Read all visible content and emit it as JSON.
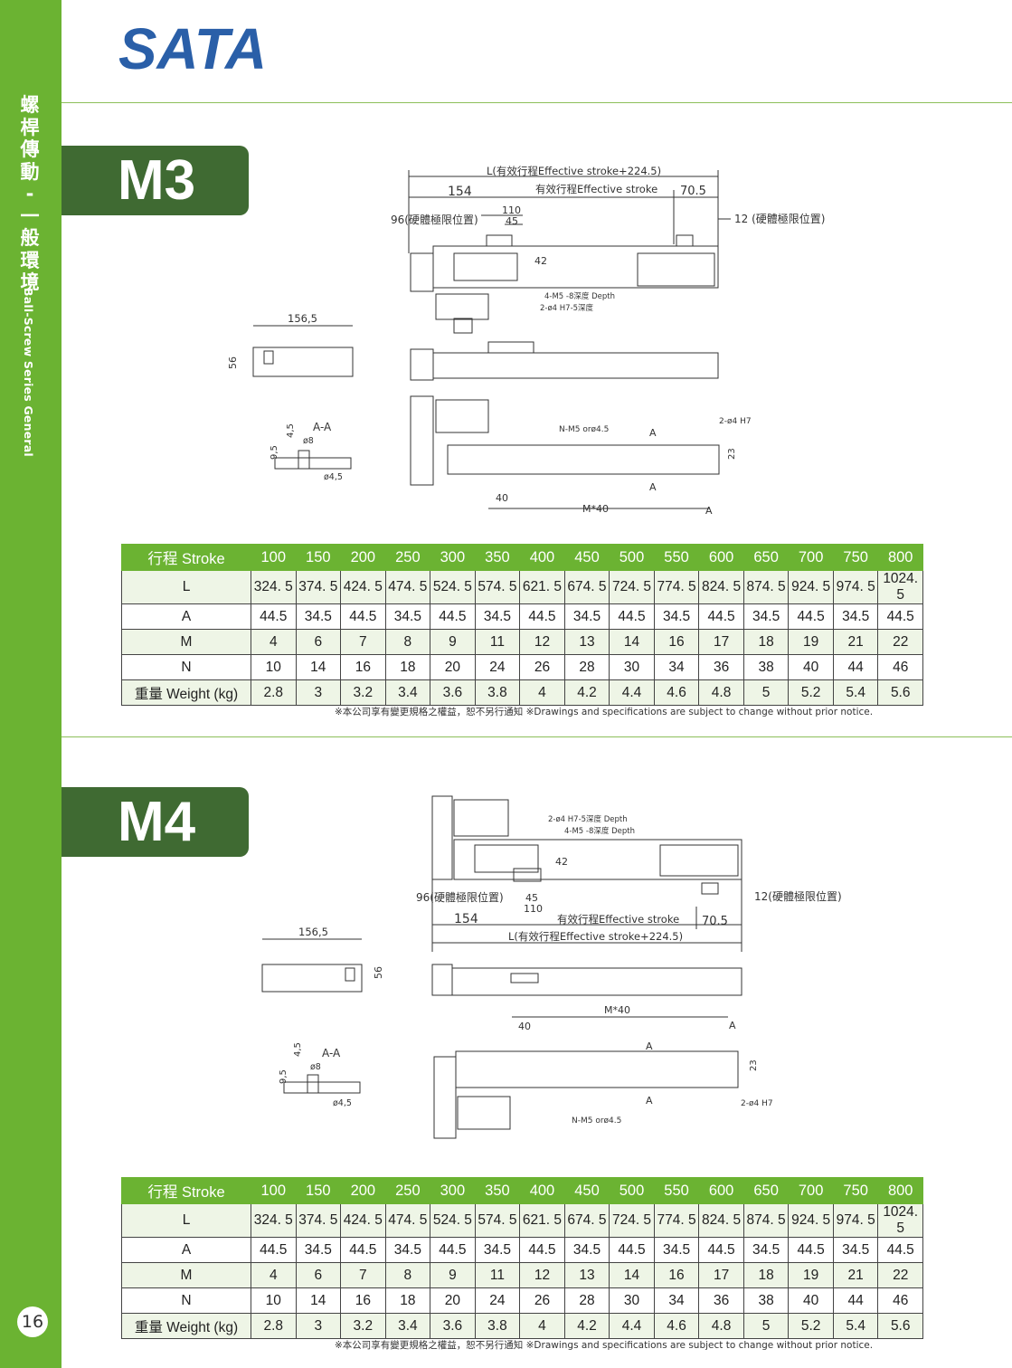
{
  "brand": "SATA",
  "sidebar": {
    "title_cn": [
      "螺",
      "桿",
      "傳",
      "動",
      "-",
      "一",
      "般",
      "環",
      "境"
    ],
    "title_en": "Ball-Screw Series General",
    "page_number": "16"
  },
  "colors": {
    "brand_blue": "#2a5fa8",
    "sidebar_green": "#6bb332",
    "tag_dark_green": "#3f6a32"
  },
  "m3": {
    "model": "M3",
    "drawing": {
      "total": "L(有效行程Effective stroke+224.5)",
      "d154": "154",
      "stroke": "有效行程Effective stroke",
      "d70": "70.5",
      "d110": "110",
      "d45": "45",
      "d96": "96(硬體極限位置)",
      "d12": "12 (硬體極限位置)",
      "d42": "42",
      "holes_m5": "4-M5 -8深度 Depth",
      "holes_h7": "2-ø4 H7-5深度",
      "d1565": "156,5",
      "d56": "56",
      "aa": "A-A",
      "d45s": "4,5",
      "d95": "9,5",
      "d8": "ø8",
      "d4": "ø4,5",
      "nm5": "N-M5 orø4.5",
      "a": "A",
      "h7b": "2-ø4 H7",
      "d23": "23",
      "d40": "40",
      "m40": "M*40"
    },
    "table": {
      "header_label": "行程 Stroke",
      "strokes": [
        "100",
        "150",
        "200",
        "250",
        "300",
        "350",
        "400",
        "450",
        "500",
        "550",
        "600",
        "650",
        "700",
        "750",
        "800"
      ],
      "rows": [
        {
          "label": "L",
          "values": [
            "324. 5",
            "374. 5",
            "424. 5",
            "474. 5",
            "524. 5",
            "574. 5",
            "621. 5",
            "674. 5",
            "724. 5",
            "774. 5",
            "824. 5",
            "874. 5",
            "924. 5",
            "974. 5",
            "1024. 5"
          ]
        },
        {
          "label": "A",
          "values": [
            "44.5",
            "34.5",
            "44.5",
            "34.5",
            "44.5",
            "34.5",
            "44.5",
            "34.5",
            "44.5",
            "34.5",
            "44.5",
            "34.5",
            "44.5",
            "34.5",
            "44.5"
          ]
        },
        {
          "label": "M",
          "values": [
            "4",
            "6",
            "7",
            "8",
            "9",
            "11",
            "12",
            "13",
            "14",
            "16",
            "17",
            "18",
            "19",
            "21",
            "22"
          ]
        },
        {
          "label": "N",
          "values": [
            "10",
            "14",
            "16",
            "18",
            "20",
            "24",
            "26",
            "28",
            "30",
            "34",
            "36",
            "38",
            "40",
            "44",
            "46"
          ]
        },
        {
          "label": "重量 Weight (kg)",
          "values": [
            "2.8",
            "3",
            "3.2",
            "3.4",
            "3.6",
            "3.8",
            "4",
            "4.2",
            "4.4",
            "4.6",
            "4.8",
            "5",
            "5.2",
            "5.4",
            "5.6"
          ]
        }
      ]
    },
    "notice": "※本公司享有變更規格之權益，恕不另行通知 ※Drawings and specifications are subject to change without prior notice."
  },
  "m4": {
    "model": "M4",
    "drawing": {
      "total": "L(有效行程Effective stroke+224.5)",
      "d154": "154",
      "stroke": "有效行程Effective stroke",
      "d70": "70.5",
      "d110": "110",
      "d45": "45",
      "d96": "96(硬體極限位置)",
      "d12": "12(硬體極限位置)",
      "d42": "42",
      "holes_m5": "4-M5 -8深度 Depth",
      "holes_h7": "2-ø4 H7-5深度 Depth",
      "d1565": "156,5",
      "d56": "56",
      "aa": "A-A",
      "d45s": "4,5",
      "d95": "9,5",
      "d8": "ø8",
      "d4": "ø4,5",
      "nm5": "N-M5 orø4.5",
      "a": "A",
      "h7b": "2-ø4 H7",
      "d23": "23",
      "d40": "40",
      "m40": "M*40"
    },
    "table": {
      "header_label": "行程 Stroke",
      "strokes": [
        "100",
        "150",
        "200",
        "250",
        "300",
        "350",
        "400",
        "450",
        "500",
        "550",
        "600",
        "650",
        "700",
        "750",
        "800"
      ],
      "rows": [
        {
          "label": "L",
          "values": [
            "324. 5",
            "374. 5",
            "424. 5",
            "474. 5",
            "524. 5",
            "574. 5",
            "621. 5",
            "674. 5",
            "724. 5",
            "774. 5",
            "824. 5",
            "874. 5",
            "924. 5",
            "974. 5",
            "1024. 5"
          ]
        },
        {
          "label": "A",
          "values": [
            "44.5",
            "34.5",
            "44.5",
            "34.5",
            "44.5",
            "34.5",
            "44.5",
            "34.5",
            "44.5",
            "34.5",
            "44.5",
            "34.5",
            "44.5",
            "34.5",
            "44.5"
          ]
        },
        {
          "label": "M",
          "values": [
            "4",
            "6",
            "7",
            "8",
            "9",
            "11",
            "12",
            "13",
            "14",
            "16",
            "17",
            "18",
            "19",
            "21",
            "22"
          ]
        },
        {
          "label": "N",
          "values": [
            "10",
            "14",
            "16",
            "18",
            "20",
            "24",
            "26",
            "28",
            "30",
            "34",
            "36",
            "38",
            "40",
            "44",
            "46"
          ]
        },
        {
          "label": "重量 Weight (kg)",
          "values": [
            "2.8",
            "3",
            "3.2",
            "3.4",
            "3.6",
            "3.8",
            "4",
            "4.2",
            "4.4",
            "4.6",
            "4.8",
            "5",
            "5.2",
            "5.4",
            "5.6"
          ]
        }
      ]
    },
    "notice": "※本公司享有變更規格之權益，恕不另行通知 ※Drawings and specifications are subject to change without prior notice."
  }
}
